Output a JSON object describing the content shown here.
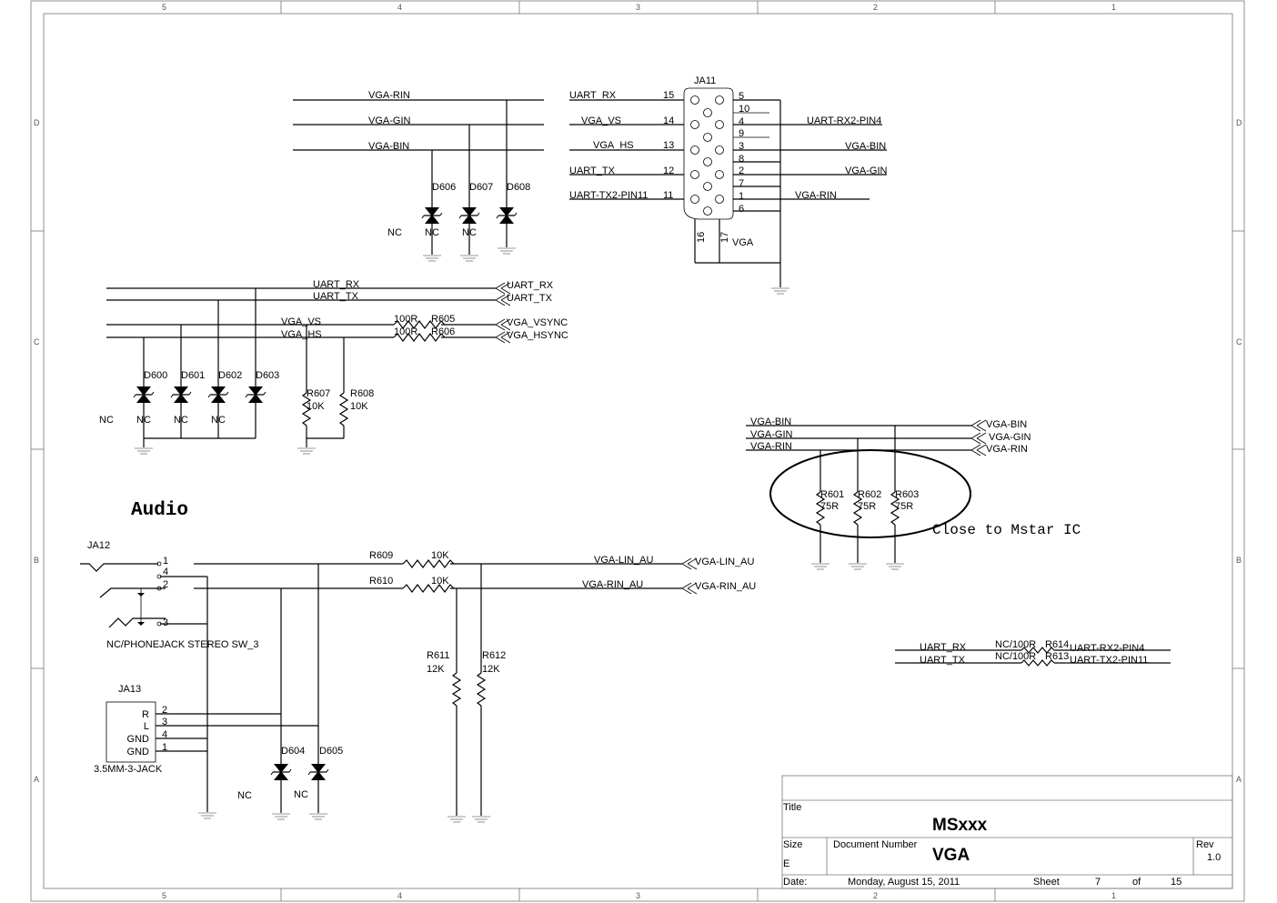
{
  "frame": {
    "cols": [
      "5",
      "4",
      "3",
      "2",
      "1"
    ],
    "rows": [
      "D",
      "C",
      "B",
      "A"
    ]
  },
  "title_block": {
    "title_label": "Title",
    "title": "MSxxx",
    "size_label": "Size",
    "size": "E",
    "docnum_label": "Document Number",
    "docnum": "VGA",
    "rev_label": "Rev",
    "rev": "1.0",
    "date_label": "Date:",
    "date": "Monday, August 15, 2011",
    "sheet_label": "Sheet",
    "sheet": "7",
    "of_label": "of",
    "of": "15"
  },
  "vga_top": {
    "nets": [
      "VGA-RIN",
      "VGA-GIN",
      "VGA-BIN"
    ],
    "diodes": [
      "D606",
      "D607",
      "D608"
    ],
    "nc": [
      "NC",
      "NC",
      "NC"
    ]
  },
  "connector": {
    "ref": "JA11",
    "name": "VGA",
    "left_nets": [
      "UART_RX",
      "VGA_VS",
      "VGA_HS",
      "UART_TX",
      "UART-TX2-PIN11"
    ],
    "left_pins": [
      "15",
      "14",
      "13",
      "12",
      "11"
    ],
    "right_pins": [
      "5",
      "10",
      "4",
      "9",
      "3",
      "8",
      "2",
      "7",
      "1",
      "6"
    ],
    "right_nets": [
      "UART-RX2-PIN4",
      "VGA-BIN",
      "VGA-GIN",
      "VGA-RIN"
    ],
    "bottom_pins": [
      "16",
      "17"
    ]
  },
  "uart_block": {
    "nets": [
      "UART_RX",
      "UART_TX",
      "VGA_VS",
      "VGA_HS"
    ],
    "ports": [
      "UART_RX",
      "UART_TX",
      "VGA_VSYNC",
      "VGA_HSYNC"
    ],
    "series": [
      {
        "ref": "R605",
        "val": "100R"
      },
      {
        "ref": "R606",
        "val": "100R"
      }
    ],
    "pulls": [
      {
        "ref": "R607",
        "val": "10K"
      },
      {
        "ref": "R608",
        "val": "10K"
      }
    ],
    "diodes": [
      "D600",
      "D601",
      "D602",
      "D603"
    ],
    "nc": [
      "NC",
      "NC",
      "NC",
      "NC"
    ]
  },
  "term_block": {
    "nets": [
      "VGA-BIN",
      "VGA-GIN",
      "VGA-RIN"
    ],
    "ports": [
      "VGA-BIN",
      "VGA-GIN",
      "VGA-RIN"
    ],
    "res": [
      {
        "ref": "R601",
        "val": "75R"
      },
      {
        "ref": "R602",
        "val": "75R"
      },
      {
        "ref": "R603",
        "val": "75R"
      }
    ],
    "note": "Close to Mstar IC"
  },
  "audio": {
    "heading": "Audio",
    "jack_ref": "JA12",
    "jack_pins": [
      "1",
      "4",
      "2",
      "3"
    ],
    "jack_desc": "NC/PHONEJACK STEREO SW_3",
    "series": [
      {
        "ref": "R609",
        "val": "10K"
      },
      {
        "ref": "R610",
        "val": "10K"
      }
    ],
    "nets": [
      "VGA-LIN_AU",
      "VGA-RIN_AU"
    ],
    "ports": [
      "VGA-LIN_AU",
      "VGA-RIN_AU"
    ],
    "pulls": [
      {
        "ref": "R611",
        "val": "12K"
      },
      {
        "ref": "R612",
        "val": "12K"
      }
    ],
    "j13_ref": "JA13",
    "j13_labels": [
      "R",
      "L",
      "GND",
      "GND"
    ],
    "j13_pins": [
      "2",
      "3",
      "4",
      "1"
    ],
    "j13_desc": "3.5MM-3-JACK",
    "diodes": [
      "D604",
      "D605"
    ],
    "nc": [
      "NC",
      "NC"
    ]
  },
  "uart2_block": {
    "nets": [
      "UART_RX",
      "UART_TX"
    ],
    "res": [
      {
        "ref": "R614",
        "val": "NC/100R"
      },
      {
        "ref": "R613",
        "val": "NC/100R"
      }
    ],
    "ports": [
      "UART-RX2-PIN4",
      "UART-TX2-PIN11"
    ]
  }
}
